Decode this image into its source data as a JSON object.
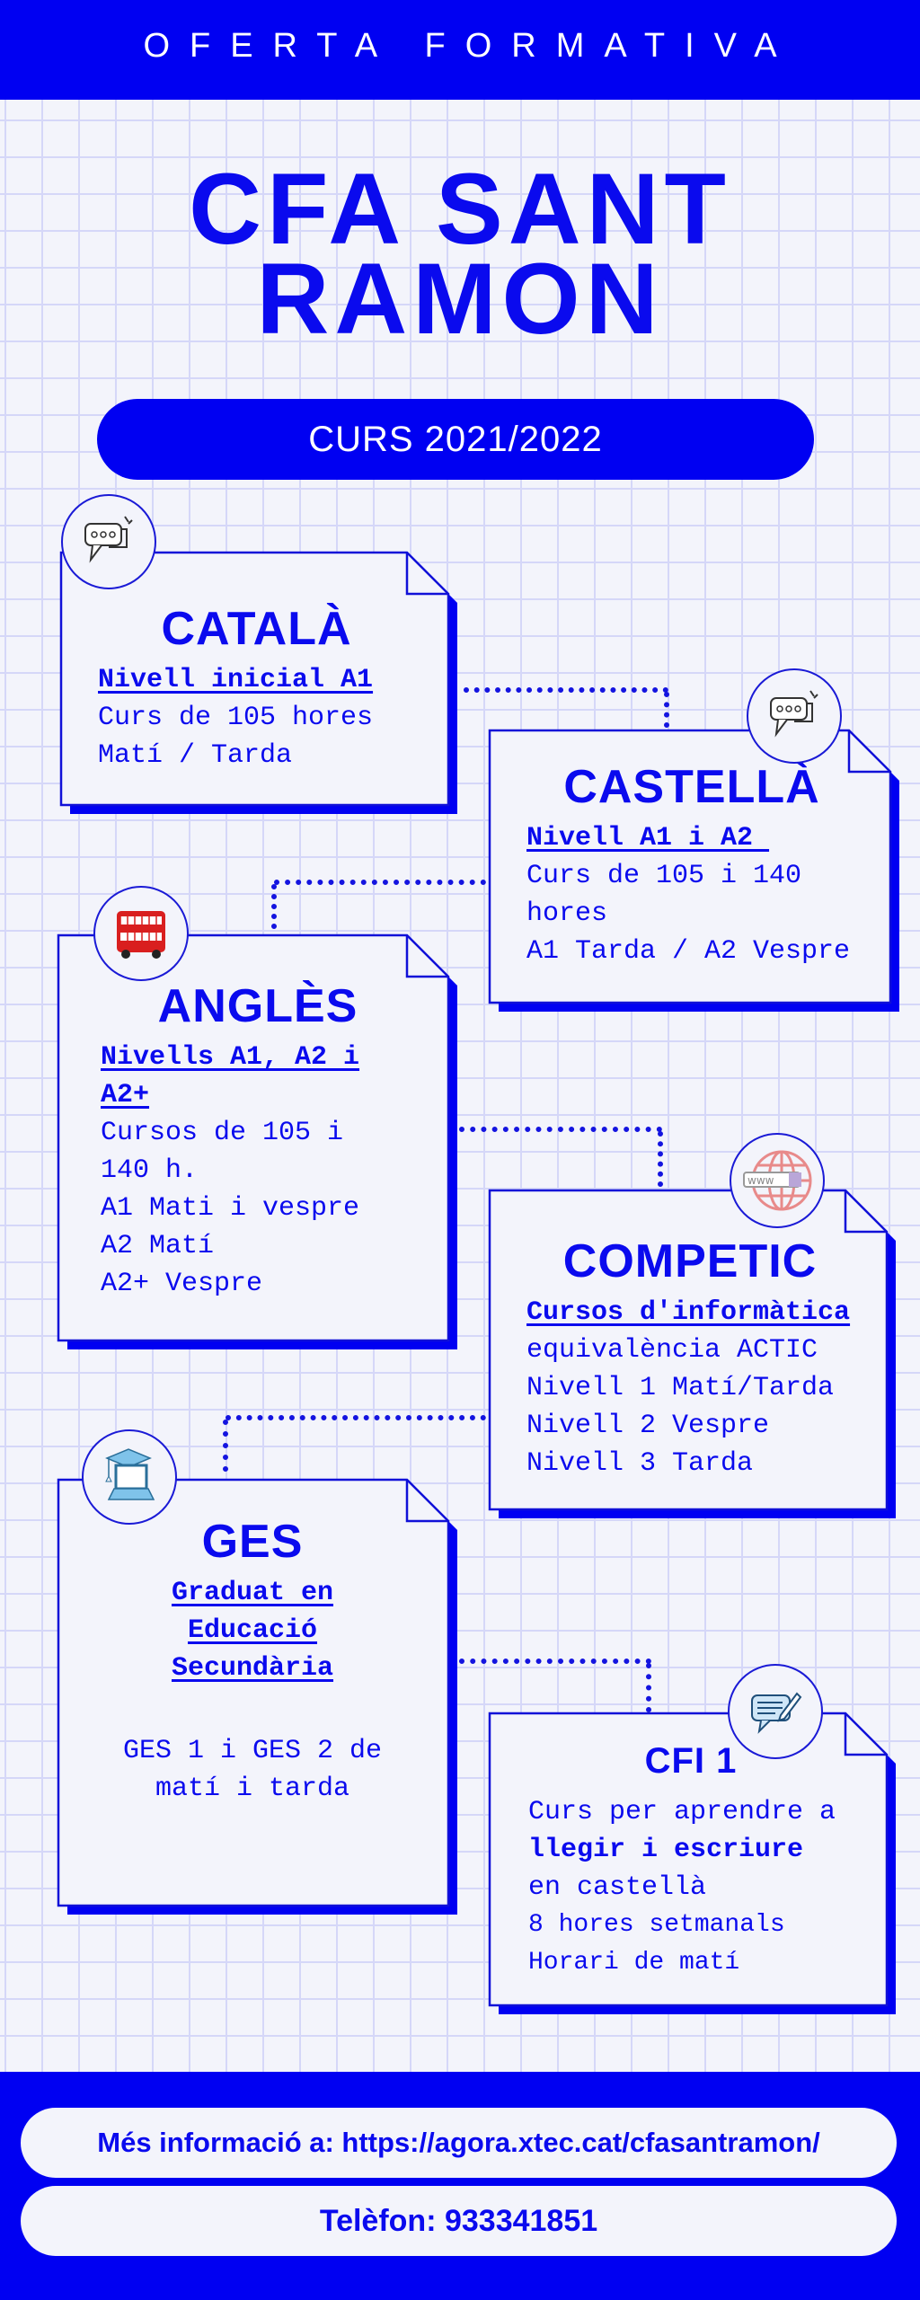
{
  "header": {
    "label": "OFERTA FORMATIVA"
  },
  "title": {
    "line1": "CFA  SANT",
    "line2": "RAMON"
  },
  "course_year": "CURS 2021/2022",
  "colors": {
    "primary": "#0000f2",
    "text": "#0a0aee",
    "background": "#f3f4fb",
    "grid": "#d5d7f8"
  },
  "cards": {
    "catala": {
      "icon": "chat-bubbles-icon",
      "title": "CATALÀ",
      "subtitle": "Nivell inicial A1",
      "lines": [
        "Curs de 105 hores",
        "Matí / Tarda"
      ]
    },
    "castella": {
      "icon": "chat-bubbles-icon",
      "title": "CASTELLÀ",
      "subtitle": "Nivell A1 i A2 ",
      "lines": [
        "Curs de 105 i 140",
        "hores",
        "A1 Tarda / A2 Vespre"
      ]
    },
    "angles": {
      "icon": "double-decker-bus-icon",
      "title": "ANGLÈS",
      "subtitle": [
        "Nivells A1, A2 i",
        "A2+"
      ],
      "lines": [
        "Cursos de 105 i",
        "140 h.",
        "A1 Mati i vespre",
        "A2 Matí",
        "A2+ Vespre"
      ]
    },
    "competic": {
      "icon": "www-globe-icon",
      "title": "COMPETIC",
      "subtitle": "Cursos d'informàtica",
      "lines": [
        "equivalència ACTIC",
        "Nivell 1 Matí/Tarda",
        "Nivell 2 Vespre",
        "Nivell 3 Tarda"
      ]
    },
    "ges": {
      "icon": "graduation-laptop-icon",
      "title": "GES",
      "subtitle": [
        "Graduat en",
        "Educació",
        "Secundària"
      ],
      "lines": [
        "GES 1 i GES 2 de",
        "matí i tarda"
      ]
    },
    "cfi": {
      "icon": "message-pencil-icon",
      "title": "CFI 1",
      "lines": [
        "Curs per aprendre a",
        "llegir i escriure",
        "en castellà",
        "8 hores setmanals",
        "Horari de matí"
      ]
    }
  },
  "footer": {
    "info": "Més informació a: https://agora.xtec.cat/cfasantramon/",
    "phone": "Telèfon: 933341851"
  }
}
